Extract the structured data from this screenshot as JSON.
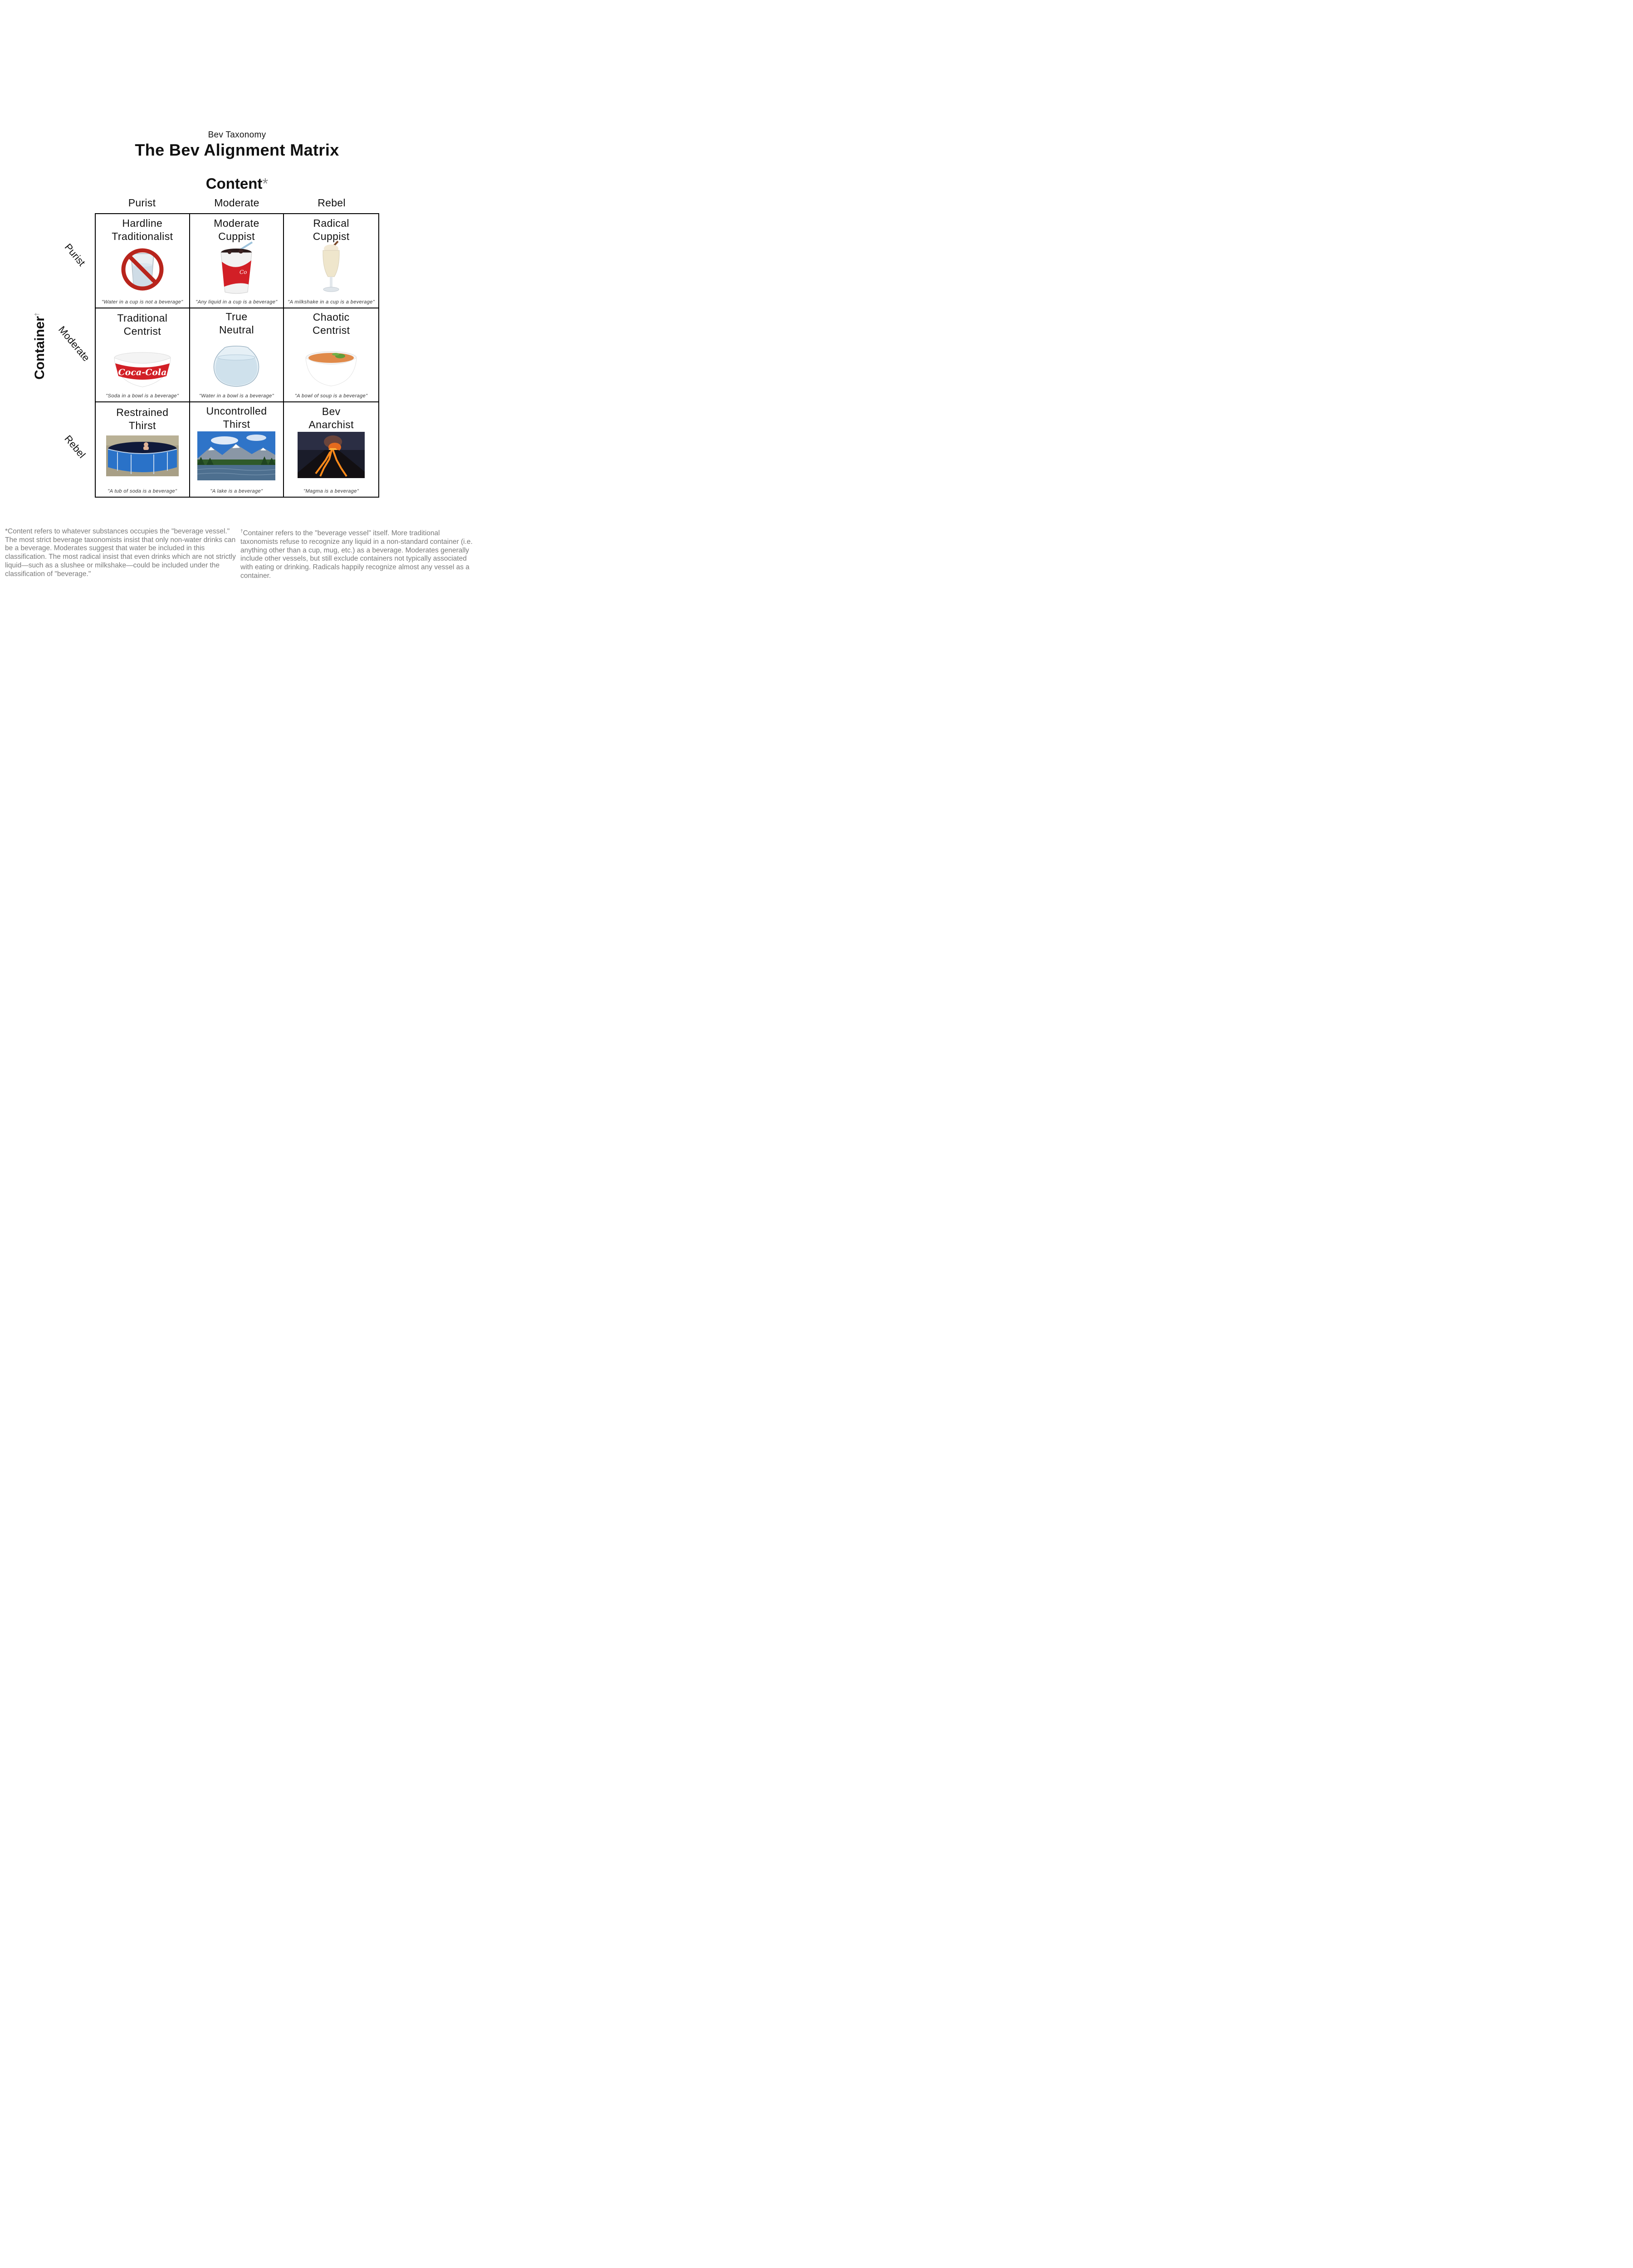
{
  "header": {
    "subtitle": "Bev Taxonomy",
    "title": "The Bev Alignment Matrix"
  },
  "axes": {
    "x_label": "Content",
    "x_mark": "*",
    "y_label": "Container",
    "y_mark": "†",
    "columns": [
      "Purist",
      "Moderate",
      "Rebel"
    ],
    "rows": [
      "Purist",
      "Moderate",
      "Rebel"
    ]
  },
  "cells": [
    {
      "title_lines": [
        "Hardline",
        "Traditionalist"
      ],
      "quote": "\"Water in a cup is not a beverage\"",
      "icon": "water-glass-prohibited-icon"
    },
    {
      "title_lines": [
        "Moderate",
        "Cuppist"
      ],
      "quote": "\"Any liquid in a cup is a beverage\"",
      "icon": "soda-cup-icon"
    },
    {
      "title_lines": [
        "Radical",
        "Cuppist"
      ],
      "quote": "\"A milkshake in a cup is a beverage\"",
      "icon": "milkshake-glass-icon"
    },
    {
      "title_lines": [
        "Traditional",
        "Centrist"
      ],
      "quote": "\"Soda in a bowl is a beverage\"",
      "icon": "coca-cola-bowl-icon"
    },
    {
      "title_lines": [
        "True",
        "Neutral"
      ],
      "quote": "\"Water in a bowl is a beverage\"",
      "icon": "fishbowl-icon"
    },
    {
      "title_lines": [
        "Chaotic",
        "Centrist"
      ],
      "quote": "\"A bowl of soup is a beverage\"",
      "icon": "soup-bowl-icon"
    },
    {
      "title_lines": [
        "Restrained",
        "Thirst"
      ],
      "quote": "\"A tub of soda is a beverage\"",
      "icon": "soda-pool-icon"
    },
    {
      "title_lines": [
        "Uncontrolled",
        "Thirst"
      ],
      "quote": "\"A lake is a beverage\"",
      "icon": "mountain-lake-icon"
    },
    {
      "title_lines": [
        "Bev",
        "Anarchist"
      ],
      "quote": "\"Magma is a beverage\"",
      "icon": "erupting-volcano-icon"
    }
  ],
  "footnotes": {
    "content_mark": "*",
    "content": "Content refers to whatever substances occupies the \"beverage vessel.\" The most strict beverage taxonomists insist that only non-water drinks can be a beverage. Moderates suggest that water be included in this classification. The most radical insist that even drinks which are not strictly liquid—such as a slushee or milkshake—could be included under the classification of \"beverage.\"",
    "container_mark": "†",
    "container": "Container refers to the \"beverage vessel\" itself. More traditional taxonomists refuse to recognize any liquid in a non-standard container (i.e. anything other than a cup, mug, etc.) as a beverage. Moderates generally include other vessels, but still exclude containers not typically associated with eating or drinking. Radicals happily recognize almost any vessel as a container."
  },
  "colors": {
    "grid": "#000000",
    "footnote_text": "#7a7a7a",
    "coca_cola_red": "#d21f26",
    "prohibition_red": "#b8241c"
  }
}
